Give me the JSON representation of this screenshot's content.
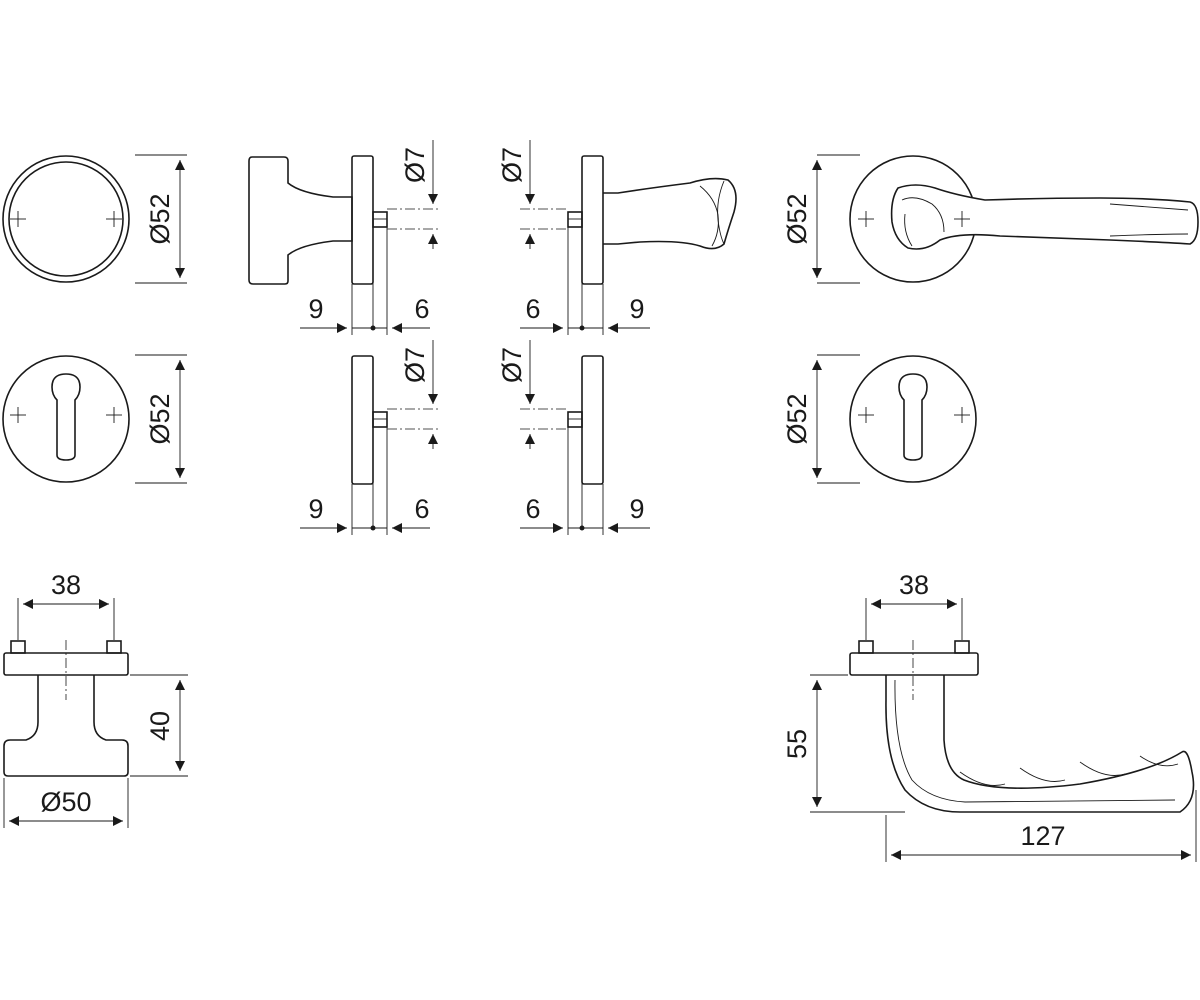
{
  "dimensions": {
    "rose_diameter_top_left": "Ø52",
    "rose_diameter_top_right": "Ø52",
    "escutcheon_diameter_left": "Ø52",
    "escutcheon_diameter_right": "Ø52",
    "pin_diameter_knob_rose": "Ø7",
    "pin_diameter_lever_rose": "Ø7",
    "pin_diameter_knob_escutcheon": "Ø7",
    "pin_diameter_lever_escutcheon": "Ø7",
    "knob_rose_thickness": "9",
    "knob_rose_pin": "6",
    "lever_rose_thickness": "9",
    "lever_rose_pin": "6",
    "knob_esc_thickness": "9",
    "knob_esc_pin": "6",
    "lever_esc_thickness": "9",
    "lever_esc_pin": "6",
    "knob_fixing_distance": "38",
    "knob_projection": "40",
    "knob_diameter": "Ø50",
    "lever_fixing_distance": "38",
    "lever_projection": "55",
    "lever_length": "127"
  },
  "icons": {
    "cross_mark": "fixing-point-cross"
  }
}
